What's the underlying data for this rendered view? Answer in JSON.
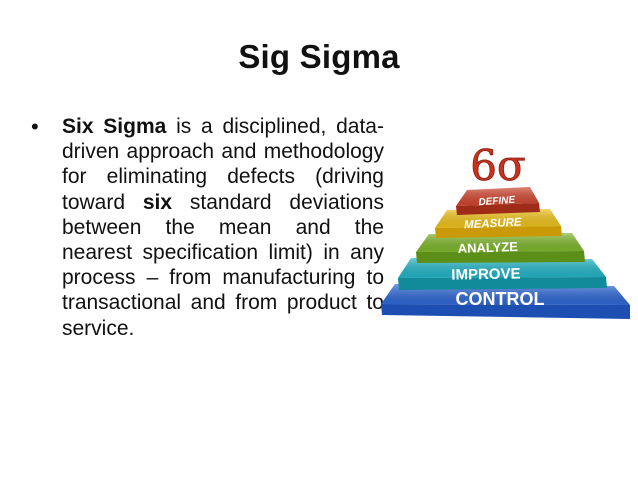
{
  "slide": {
    "title": "Sig Sigma",
    "bullet": {
      "lead_bold": "Six Sigma",
      "text_1": " is a disciplined, data-driven approach and methodology for eliminating defects (driving toward ",
      "mid_bold": "six",
      "text_2": " standard deviations between the mean and the nearest specification limit) in any process – from manufacturing to transactional and from product to service."
    }
  },
  "graphic": {
    "symbol": "6σ",
    "levels": [
      {
        "label": "DEFINE",
        "color": "#d1452f"
      },
      {
        "label": "MEASURE",
        "color": "#f0c21a"
      },
      {
        "label": "ANALYZE",
        "color": "#7fb72d"
      },
      {
        "label": "IMPROVE",
        "color": "#23b5c7"
      },
      {
        "label": "CONTROL",
        "color": "#2f68d6"
      }
    ]
  }
}
